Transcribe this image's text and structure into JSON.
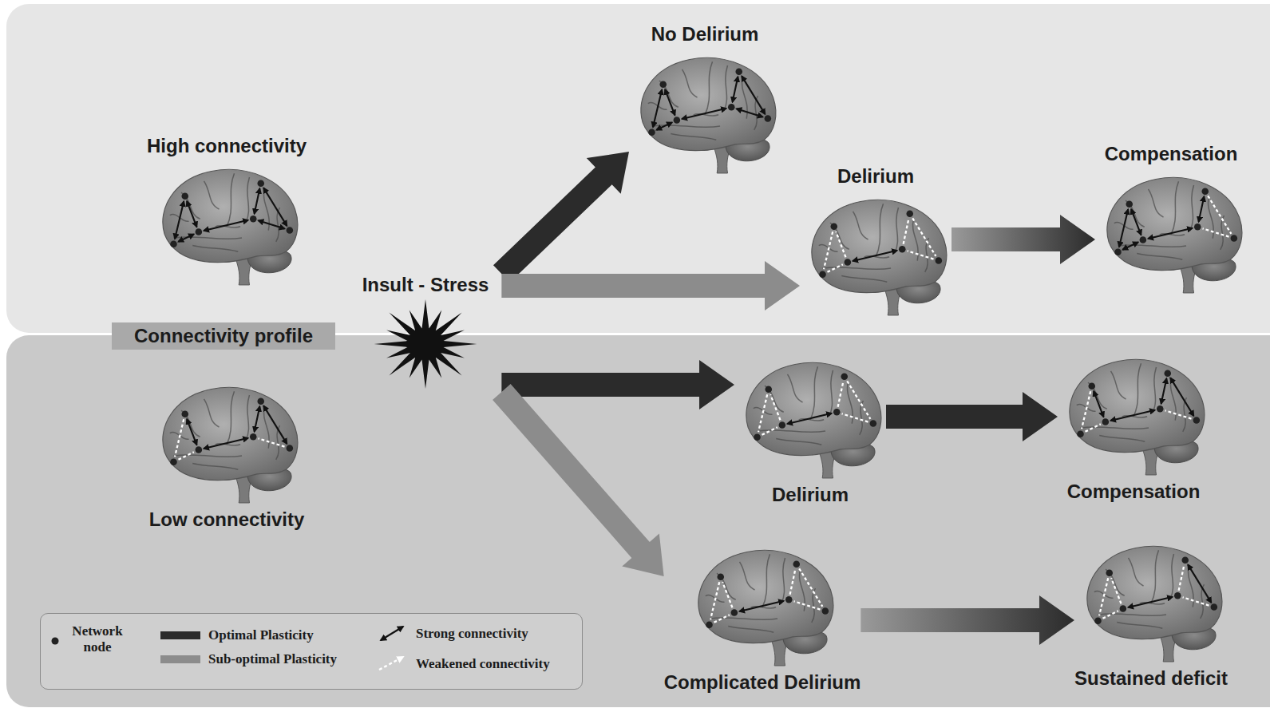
{
  "diagram": {
    "nodes": [
      {
        "text": [
          "High connectivity"
        ]
      },
      {
        "text": [
          "Connectivity profile"
        ]
      },
      {
        "text": [
          "Low connectivity"
        ]
      },
      {
        "text": [
          "Insult - Stress"
        ]
      },
      {
        "text": [
          "No Delirium"
        ]
      },
      {
        "text": [
          "Delirium"
        ]
      },
      {
        "text": [
          "Compensation"
        ]
      },
      {
        "text": [
          "Delirium"
        ]
      },
      {
        "text": [
          "Compensation"
        ]
      },
      {
        "text": [
          "Complicated Delirium"
        ]
      },
      {
        "text": [
          "Sustained deficit"
        ]
      }
    ],
    "edges": [
      {
        "from": 3,
        "to": 4,
        "arrow": "to"
      },
      {
        "from": 3,
        "to": 5,
        "arrow": "to"
      },
      {
        "from": 3,
        "to": 7,
        "arrow": "to"
      },
      {
        "from": 3,
        "to": 9,
        "arrow": "to"
      },
      {
        "from": 5,
        "to": 6,
        "arrow": "to"
      },
      {
        "from": 7,
        "to": 8,
        "arrow": "to"
      },
      {
        "from": 9,
        "to": 10,
        "arrow": "to"
      }
    ],
    "legend": [
      {
        "text": "Network node"
      },
      {
        "text": "Optimal Plasticity",
        "color": "#2b2b2b"
      },
      {
        "text": "Sub-optimal Plasticity",
        "color": "#8c8c8c"
      },
      {
        "text": "Strong connectivity"
      },
      {
        "text": "Weakened connectivity"
      }
    ]
  }
}
